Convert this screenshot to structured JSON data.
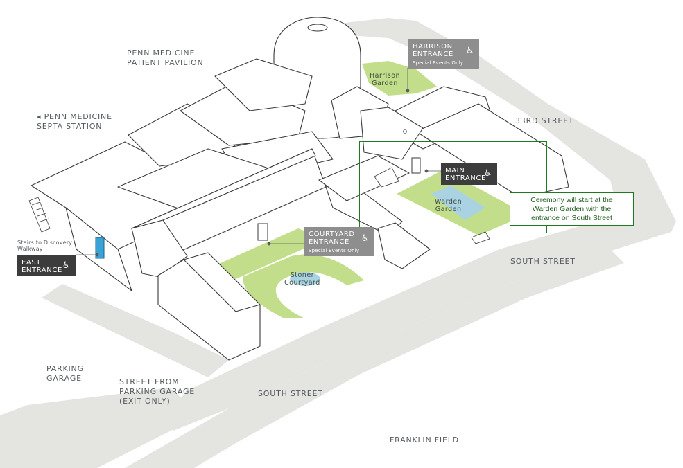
{
  "colors": {
    "street": "#e4e4e1",
    "garden": "#c2de8a",
    "water": "#a9d3e2",
    "building_stroke": "#3a3a3a",
    "tag_dark": "#3c3c3c",
    "tag_gray": "#8e8e8e",
    "highlight": "#1e7a1e",
    "door_blue": "#3aa3d6"
  },
  "labels": {
    "penn_medicine_pavilion": "PENN MEDICINE\nPATIENT PAVILION",
    "septa_station": "◂ PENN MEDICINE\nSEPTA STATION",
    "thirty_third_street": "33RD STREET",
    "south_street_right": "SOUTH STREET",
    "south_street_bottom": "SOUTH STREET",
    "parking_garage": "PARKING\nGARAGE",
    "street_from_parking": "STREET FROM\nPARKING GARAGE\n(EXIT ONLY)",
    "franklin_field": "FRANKLIN FIELD",
    "stairs_to_discovery": "Stairs to Discovery\nWalkway"
  },
  "entrances": {
    "harrison": {
      "title": "HARRISON\nENTRANCE",
      "note": "Special Events Only",
      "icon": "wheelchair-icon"
    },
    "main": {
      "title": "MAIN\nENTRANCE",
      "icon": "wheelchair-icon"
    },
    "courtyard": {
      "title": "COURTYARD\nENTRANCE",
      "note": "Special Events Only",
      "icon": "wheelchair-icon"
    },
    "east": {
      "title": "EAST\nENTRANCE",
      "icon": "wheelchair-icon"
    }
  },
  "gardens": {
    "harrison": "Harrison\nGarden",
    "warden": "Warden\nGarden",
    "stoner": "Stoner\nCourtyard"
  },
  "callout": {
    "line1": "Ceremony will start at the",
    "line2": "Warden Garden with the",
    "line3": "entrance on South Street"
  },
  "wheelchair_glyph": "♿"
}
